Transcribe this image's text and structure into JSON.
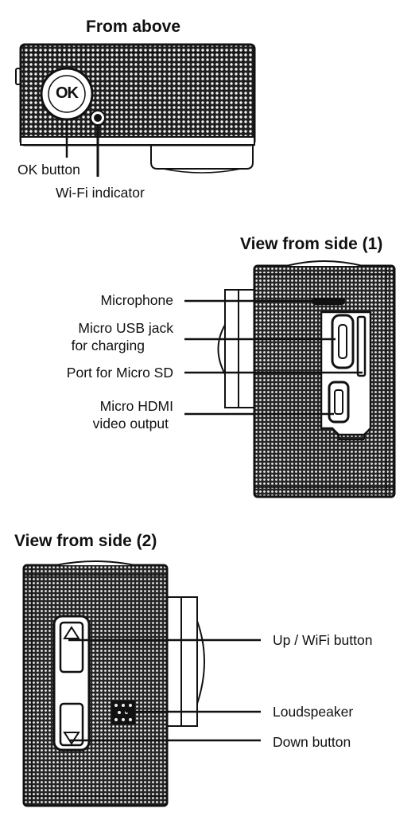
{
  "sections": {
    "above": {
      "title": "From above",
      "ok_glyph": "OK",
      "labels": {
        "ok_button": "OK button",
        "wifi_indicator": "Wi-Fi indicator"
      }
    },
    "side1": {
      "title": "View from side (1)",
      "labels": {
        "microphone": "Microphone",
        "usb_line1": "Micro USB jack",
        "usb_line2": "for charging",
        "sd_port": "Port for Micro SD",
        "hdmi_line1": "Micro HDMI",
        "hdmi_line2": "video output"
      }
    },
    "side2": {
      "title": "View from side (2)",
      "labels": {
        "up_wifi": "Up / WiFi button",
        "loudspeaker": "Loudspeaker",
        "down": "Down button"
      }
    }
  },
  "colors": {
    "ink": "#111111",
    "body_fill": "#2a2a2a",
    "paper": "#ffffff"
  }
}
